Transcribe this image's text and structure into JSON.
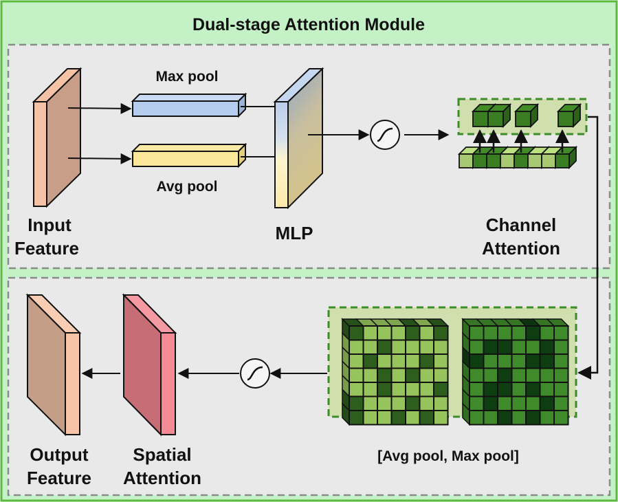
{
  "title": "Dual-stage Attention Module",
  "colors": {
    "outer_bg": "#c4f2c6",
    "outer_border": "#5aba3e",
    "panel_bg": "#e9e9e9",
    "panel_border": "#8a8a8a",
    "input_front": "#c99e88",
    "input_side": "#f6c2a6",
    "maxpool_fill": "#b4cdee",
    "avgpool_fill": "#fbe79a",
    "mlp_top": "#b9cdea",
    "mlp_bottom": "#fcf0c0",
    "mlp_face_top": "#92a8c6",
    "mlp_face_bottom": "#d4c08a",
    "green_dark": "#3a7d22",
    "green_mid": "#549a3a",
    "green_light": "#a8c872",
    "green_deep": "#0f3d12",
    "green_box_bg": "#cfdfae",
    "green_box_border": "#3d8c2a",
    "spatial_front": "#c66d75",
    "spatial_side": "#f48b94",
    "output_front": "#c59e88",
    "output_side": "#f6c4a8"
  },
  "top_panel": {
    "input_label_line1": "Input",
    "input_label_line2": "Feature",
    "maxpool_label": "Max pool",
    "avgpool_label": "Avg pool",
    "mlp_label": "MLP",
    "sigmoid_icon": "sigmoid-icon",
    "channel_label_line1": "Channel",
    "channel_label_line2": "Attention",
    "channel_vector": [
      0,
      1,
      1,
      0,
      1,
      0,
      0,
      1
    ],
    "selected_indices": [
      1,
      2,
      4,
      7
    ]
  },
  "bottom_panel": {
    "pool_label": "[Avg pool, Max pool]",
    "avg_grid": [
      [
        1,
        0,
        0,
        0,
        1,
        0,
        1
      ],
      [
        0,
        0,
        1,
        0,
        0,
        0,
        0
      ],
      [
        0,
        1,
        0,
        0,
        0,
        1,
        0
      ],
      [
        0,
        0,
        1,
        0,
        1,
        0,
        0
      ],
      [
        0,
        0,
        1,
        0,
        0,
        0,
        1
      ],
      [
        1,
        0,
        0,
        0,
        1,
        0,
        0
      ],
      [
        1,
        0,
        0,
        1,
        0,
        1,
        0
      ]
    ],
    "max_grid": [
      [
        0,
        0,
        0,
        0,
        1,
        0,
        0
      ],
      [
        0,
        1,
        1,
        0,
        0,
        1,
        0
      ],
      [
        1,
        0,
        0,
        0,
        1,
        1,
        0
      ],
      [
        0,
        0,
        1,
        0,
        0,
        0,
        0
      ],
      [
        0,
        1,
        1,
        0,
        1,
        0,
        0
      ],
      [
        0,
        1,
        0,
        0,
        0,
        1,
        0
      ],
      [
        0,
        0,
        1,
        0,
        1,
        0,
        0
      ]
    ],
    "sigmoid_icon": "sigmoid-icon",
    "spatial_label_line1": "Spatial",
    "spatial_label_line2": "Attention",
    "output_label_line1": "Output",
    "output_label_line2": "Feature"
  }
}
